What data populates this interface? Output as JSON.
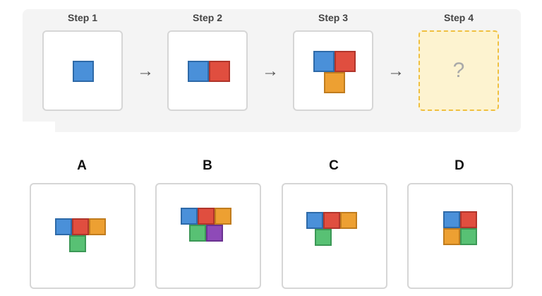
{
  "sequence": {
    "steps": [
      {
        "label": "Step 1"
      },
      {
        "label": "Step 2"
      },
      {
        "label": "Step 3"
      },
      {
        "label": "Step 4"
      }
    ],
    "arrow": "→",
    "unknown_mark": "?"
  },
  "options": [
    {
      "label": "A"
    },
    {
      "label": "B"
    },
    {
      "label": "C"
    },
    {
      "label": "D"
    }
  ],
  "colors": {
    "blue": "#4a90d9",
    "red": "#e04e3f",
    "orange": "#eda032",
    "green": "#58c174",
    "purple": "#8e4ab8",
    "question_fill": "#fdf3d0",
    "question_border": "#f0c040"
  }
}
